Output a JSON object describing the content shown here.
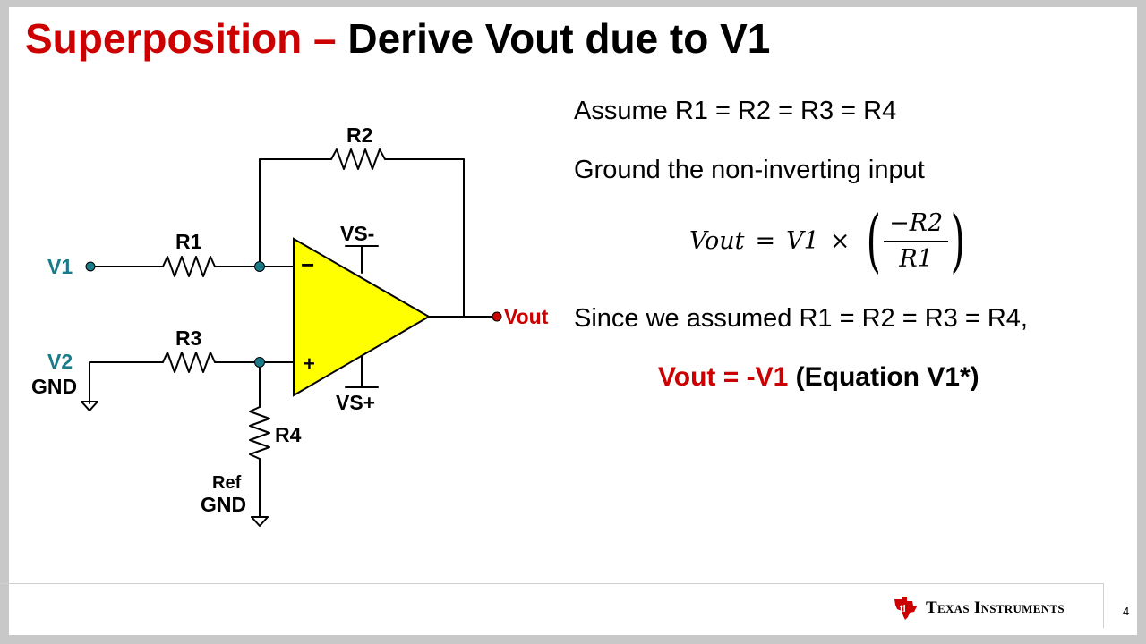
{
  "title": {
    "part1": "Superposition –",
    "part2": "Derive Vout due to V1"
  },
  "circuit": {
    "labels": {
      "r1": "R1",
      "r2": "R2",
      "r3": "R3",
      "r4": "R4",
      "v1": "V1",
      "v2": "V2",
      "gnd_v2": "GND",
      "ref": "Ref",
      "ref_gnd": "GND",
      "vs_minus": "VS-",
      "vs_plus": "VS+",
      "vout": "Vout",
      "minus": "−",
      "plus": "+"
    },
    "colors": {
      "opamp_fill": "#ffff00",
      "node": "#1a7a8a",
      "vout_node": "#cc0000",
      "v_label": "#1a7a8a"
    }
  },
  "text": {
    "assume": "Assume R1 = R2 = R3 = R4",
    "ground": "Ground the non-inverting input",
    "since": "Since we assumed R1 = R2 = R3 = R4,",
    "result_red": "Vout = -V1",
    "result_black": "(Equation V1*)"
  },
  "equation": {
    "lhs": "Vout",
    "eq": "=",
    "v1": "V1",
    "times": "×",
    "numerator": "−R2",
    "denominator": "R1"
  },
  "footer": {
    "brand": "Texas Instruments",
    "page": "4"
  }
}
